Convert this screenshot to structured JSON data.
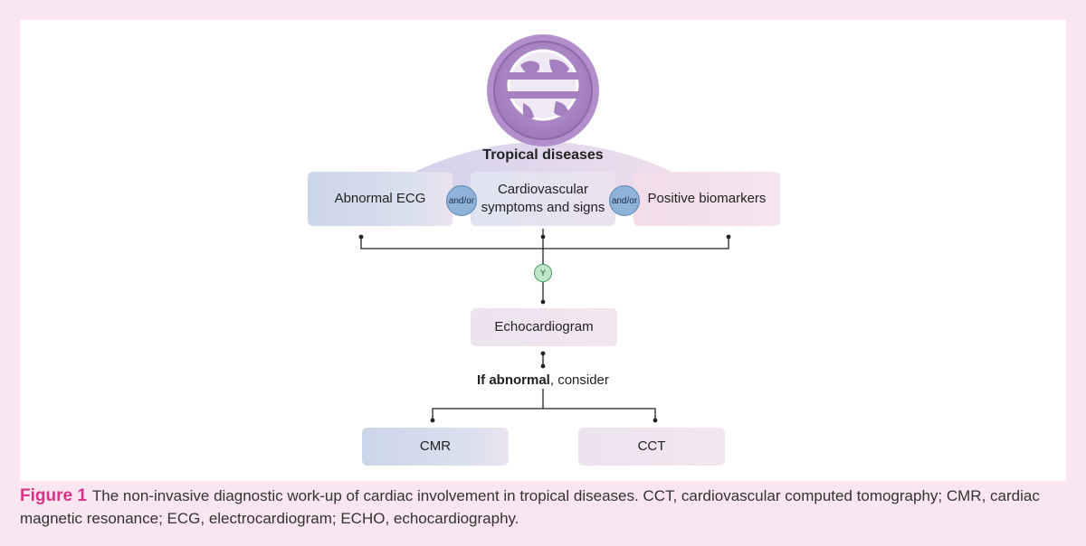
{
  "diagram": {
    "top_label": "Tropical diseases",
    "top_icon": "globe-icon",
    "boxes": {
      "abnormal_ecg": "Abnormal ECG",
      "cardio_line1": "Cardiovascular",
      "cardio_line2": "symptoms and signs",
      "biomarkers": "Positive biomarkers",
      "echo": "Echocardiogram",
      "cmr": "CMR",
      "cct": "CCT"
    },
    "connectors": {
      "and_or_1": "and/or",
      "and_or_2": "and/or",
      "y_symbol": "Y"
    },
    "consider": {
      "bold": "If abnormal",
      "rest": ", consider"
    }
  },
  "caption": {
    "figure_label": "Figure 1",
    "text": "The non-invasive diagnostic work-up of cardiac involvement in tropical diseases. CCT, cardiovascular computed tomography; CMR, cardiac magnetic resonance; ECG, electrocardiogram; ECHO, echocardiography."
  },
  "colors": {
    "page_background": "#f9e6f0",
    "accent_pink": "#d6338a",
    "globe_purple": "#a57fc0",
    "box_blue": "#ccd6ea",
    "box_pink": "#f2dde9",
    "and_or_blue": "#8fb3d8",
    "y_green": "#bfe6c9"
  }
}
